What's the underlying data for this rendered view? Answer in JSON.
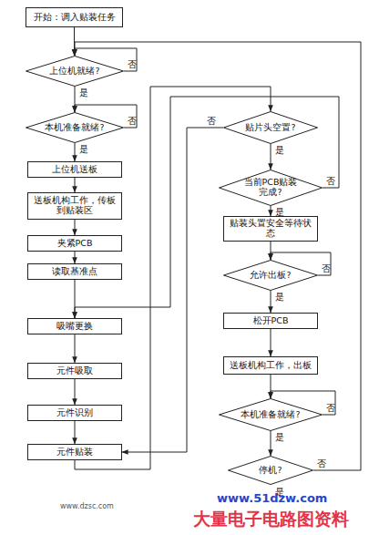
{
  "diagram": {
    "nodes": [
      {
        "text": [
          "开始：调入贴装任务"
        ]
      },
      {
        "text": [
          "上位机就绪?"
        ]
      },
      {
        "text": [
          "本机准备就绪?"
        ]
      },
      {
        "text": [
          "上位机送板"
        ]
      },
      {
        "text": [
          "送板机构工作，传板到贴装区"
        ]
      },
      {
        "text": [
          "夹紧PCB"
        ]
      },
      {
        "text": [
          "读取基准点"
        ]
      },
      {
        "text": [
          "吸嘴更换"
        ]
      },
      {
        "text": [
          "元件吸取"
        ]
      },
      {
        "text": [
          "元件识别"
        ]
      },
      {
        "text": [
          "元件贴装"
        ]
      },
      {
        "text": [
          "贴片头空置?"
        ]
      },
      {
        "text": [
          "当前PCB贴装完成?"
        ]
      },
      {
        "text": [
          "贴装头置安全等待状态"
        ]
      },
      {
        "text": [
          "允许出板?"
        ]
      },
      {
        "text": [
          "松开PCB"
        ]
      },
      {
        "text": [
          "送板机构工作，出板"
        ]
      },
      {
        "text": [
          "本机准备就绪?"
        ]
      },
      {
        "text": [
          "停机?"
        ]
      }
    ],
    "edges": [
      {
        "from": 0,
        "to": 1,
        "arrow": "to"
      },
      {
        "from": 1,
        "to": 2,
        "label": "是",
        "arrow": "to"
      },
      {
        "from": 1,
        "to": 1,
        "label": "否",
        "arrow": "to"
      },
      {
        "from": 2,
        "to": 3,
        "label": "是",
        "arrow": "to"
      },
      {
        "from": 2,
        "to": 2,
        "label": "否",
        "arrow": "to"
      },
      {
        "from": 3,
        "to": 4,
        "arrow": "to"
      },
      {
        "from": 4,
        "to": 5,
        "arrow": "to"
      },
      {
        "from": 5,
        "to": 6,
        "arrow": "to"
      },
      {
        "from": 6,
        "to": 7,
        "arrow": "to"
      },
      {
        "from": 7,
        "to": 8,
        "arrow": "to"
      },
      {
        "from": 8,
        "to": 9,
        "arrow": "to"
      },
      {
        "from": 9,
        "to": 10,
        "arrow": "to"
      },
      {
        "from": 10,
        "to": 11,
        "arrow": "to"
      },
      {
        "from": 11,
        "to": 10,
        "label": "否",
        "arrow": "to"
      },
      {
        "from": 11,
        "to": 12,
        "label": "是",
        "arrow": "to"
      },
      {
        "from": 12,
        "to": 7,
        "label": "否",
        "arrow": "to"
      },
      {
        "from": 12,
        "to": 13,
        "label": "是",
        "arrow": "to"
      },
      {
        "from": 13,
        "to": 14,
        "arrow": "to"
      },
      {
        "from": 14,
        "to": 15,
        "label": "是",
        "arrow": "to"
      },
      {
        "from": 14,
        "to": 14,
        "label": "否",
        "arrow": "to"
      },
      {
        "from": 15,
        "to": 16,
        "arrow": "to"
      },
      {
        "from": 16,
        "to": 17,
        "arrow": "to"
      },
      {
        "from": 17,
        "to": 18,
        "label": "是",
        "arrow": "to"
      },
      {
        "from": 17,
        "to": 17,
        "label": "否",
        "arrow": "to"
      },
      {
        "from": 18,
        "to": 1,
        "label": "否",
        "arrow": "to"
      }
    ],
    "labels": [
      "是",
      "www.dzsc.com",
      "www.51dzw.com",
      "大量电子电路图资料"
    ]
  }
}
